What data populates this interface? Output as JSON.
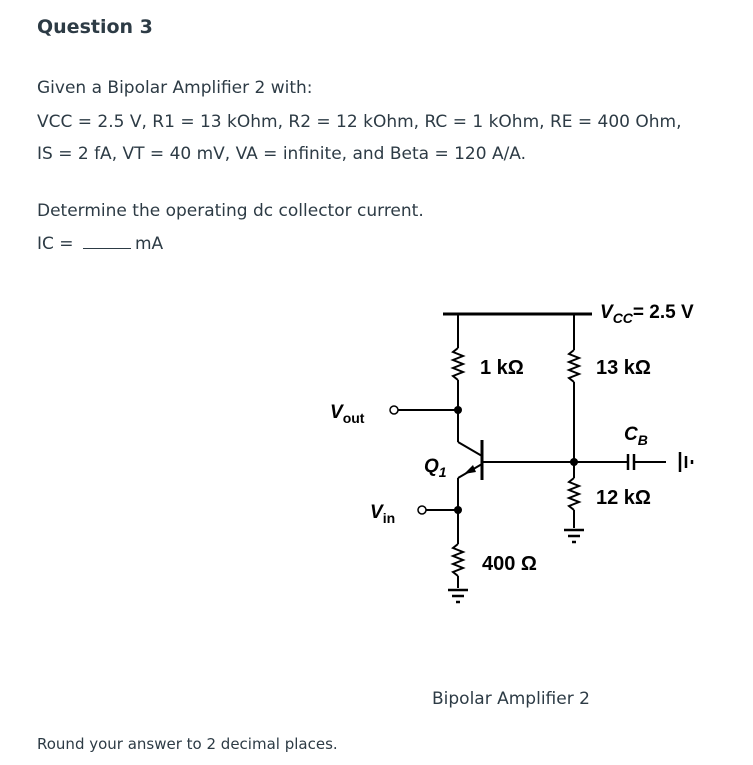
{
  "question": {
    "title": "Question 3",
    "line1": "Given a Bipolar Amplifier 2 with:",
    "line2": "VCC = 2.5 V, R1 = 13 kOhm, R2 = 12 kOhm, RC = 1 kOhm, RE = 400 Ohm,",
    "line3": "IS = 2 fA, VT = 40 mV, VA = infinite, and Beta = 120 A/A.",
    "prompt": "Determine the operating dc collector current.",
    "answer_prefix": "IC = ",
    "answer_value": "",
    "answer_unit": "mA",
    "footer": "Round your answer to 2 decimal places."
  },
  "circuit": {
    "vcc_label": "V",
    "vcc_sub": "CC",
    "vcc_value": "= 2.5 V",
    "rc_label": "1 kΩ",
    "r1_label": "13 kΩ",
    "r2_label": "12 kΩ",
    "re_label": "400 Ω",
    "cb_label": "C",
    "cb_sub": "B",
    "q_label": "Q",
    "q_sub": "1",
    "vout_label": "V",
    "vout_sub": "out",
    "vin_label": "V",
    "vin_sub": "in",
    "caption": "Bipolar Amplifier 2"
  }
}
